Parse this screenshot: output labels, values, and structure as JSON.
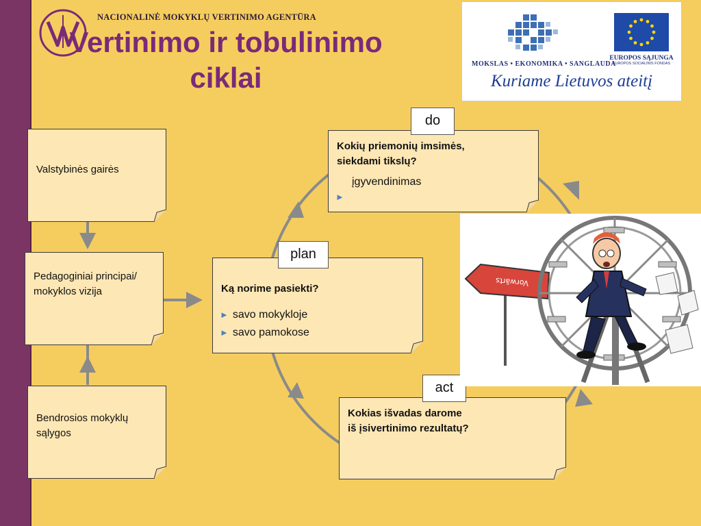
{
  "header": {
    "agency": "NACIONALINĖ MOKYKLŲ VERTINIMO AGENTŪRA",
    "title_line1": "Vertinimo ir  tobulinimo",
    "title_line2": "ciklai"
  },
  "esf_banner": {
    "caption": "MOKSLAS • EKONOMIKA • SANGLAUDA",
    "eu_label": "EUROPOS SĄJUNGA",
    "eu_sub": "EUROPOS SOCIALINIS FONDAS",
    "slogan": "Kuriame Lietuvos ateitį"
  },
  "left_column": {
    "box1": "Valstybinės gairės",
    "box2": "Pedagoginiai principai/  mokyklos vizija",
    "box3": "Bendrosios mokyklų sąlygos"
  },
  "cycle": {
    "plan": {
      "label": "plan",
      "question": "Ką norime pasiekti?",
      "bullets": [
        "savo mokykloje",
        "savo pamokose"
      ]
    },
    "do": {
      "label": "do",
      "question_line1": "Kokių priemonių imsimės,",
      "question_line2": "siekdami tikslų?",
      "sub": "įgyvendinimas"
    },
    "act": {
      "label": "act",
      "question_line1": "Kokias išvadas darome",
      "question_line2": "iš įsivertinimo rezultatų?"
    }
  },
  "cartoon": {
    "sign": "Vorwärts"
  },
  "colors": {
    "background": "#f5cd5f",
    "left_bar": "#7a3565",
    "title": "#7a2a78",
    "note": "#fde7b5",
    "arrow": "#8a8a8a",
    "bullet": "#4f81bd"
  }
}
